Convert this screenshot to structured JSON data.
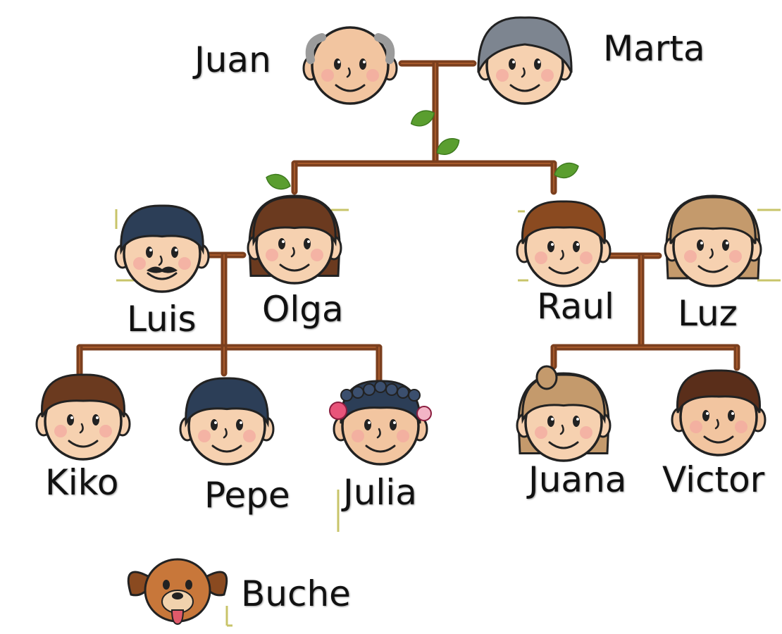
{
  "members": {
    "juan": {
      "name": "Juan",
      "skin": "#f2c5a0",
      "hair": "#9b9b9b"
    },
    "marta": {
      "name": "Marta",
      "skin": "#f6d1b0",
      "hair": "#7d8590"
    },
    "luis": {
      "name": "Luis",
      "skin": "#f6d1b0",
      "hair": "#2c3e57"
    },
    "olga": {
      "name": "Olga",
      "skin": "#f6d1b0",
      "hair": "#6b3a1f"
    },
    "raul": {
      "name": "Raul",
      "skin": "#f6d1b0",
      "hair": "#8a4a20"
    },
    "luz": {
      "name": "Luz",
      "skin": "#f6d1b0",
      "hair": "#c49a6c"
    },
    "kiko": {
      "name": "Kiko",
      "skin": "#f6d1b0",
      "hair": "#6b3a1f"
    },
    "pepe": {
      "name": "Pepe",
      "skin": "#f6d1b0",
      "hair": "#2c3e57"
    },
    "julia": {
      "name": "Julia",
      "skin": "#f2c5a0",
      "hair": "#2c3e57"
    },
    "juana": {
      "name": "Juana",
      "skin": "#f6d1b0",
      "hair": "#c49a6c"
    },
    "victor": {
      "name": "Victor",
      "skin": "#f2c5a0",
      "hair": "#5a2e1a"
    },
    "buche": {
      "name": "Buche",
      "skin": "#c8773a",
      "hair": "#8a4a20"
    }
  },
  "colors": {
    "branch": "#7b3f1e",
    "branch_highlight": "#a65a2c",
    "leaf": "#5a9e2f",
    "accent_line": "#c8c46a",
    "cheek": "#f4a6a0",
    "flower": "#e8547a"
  }
}
